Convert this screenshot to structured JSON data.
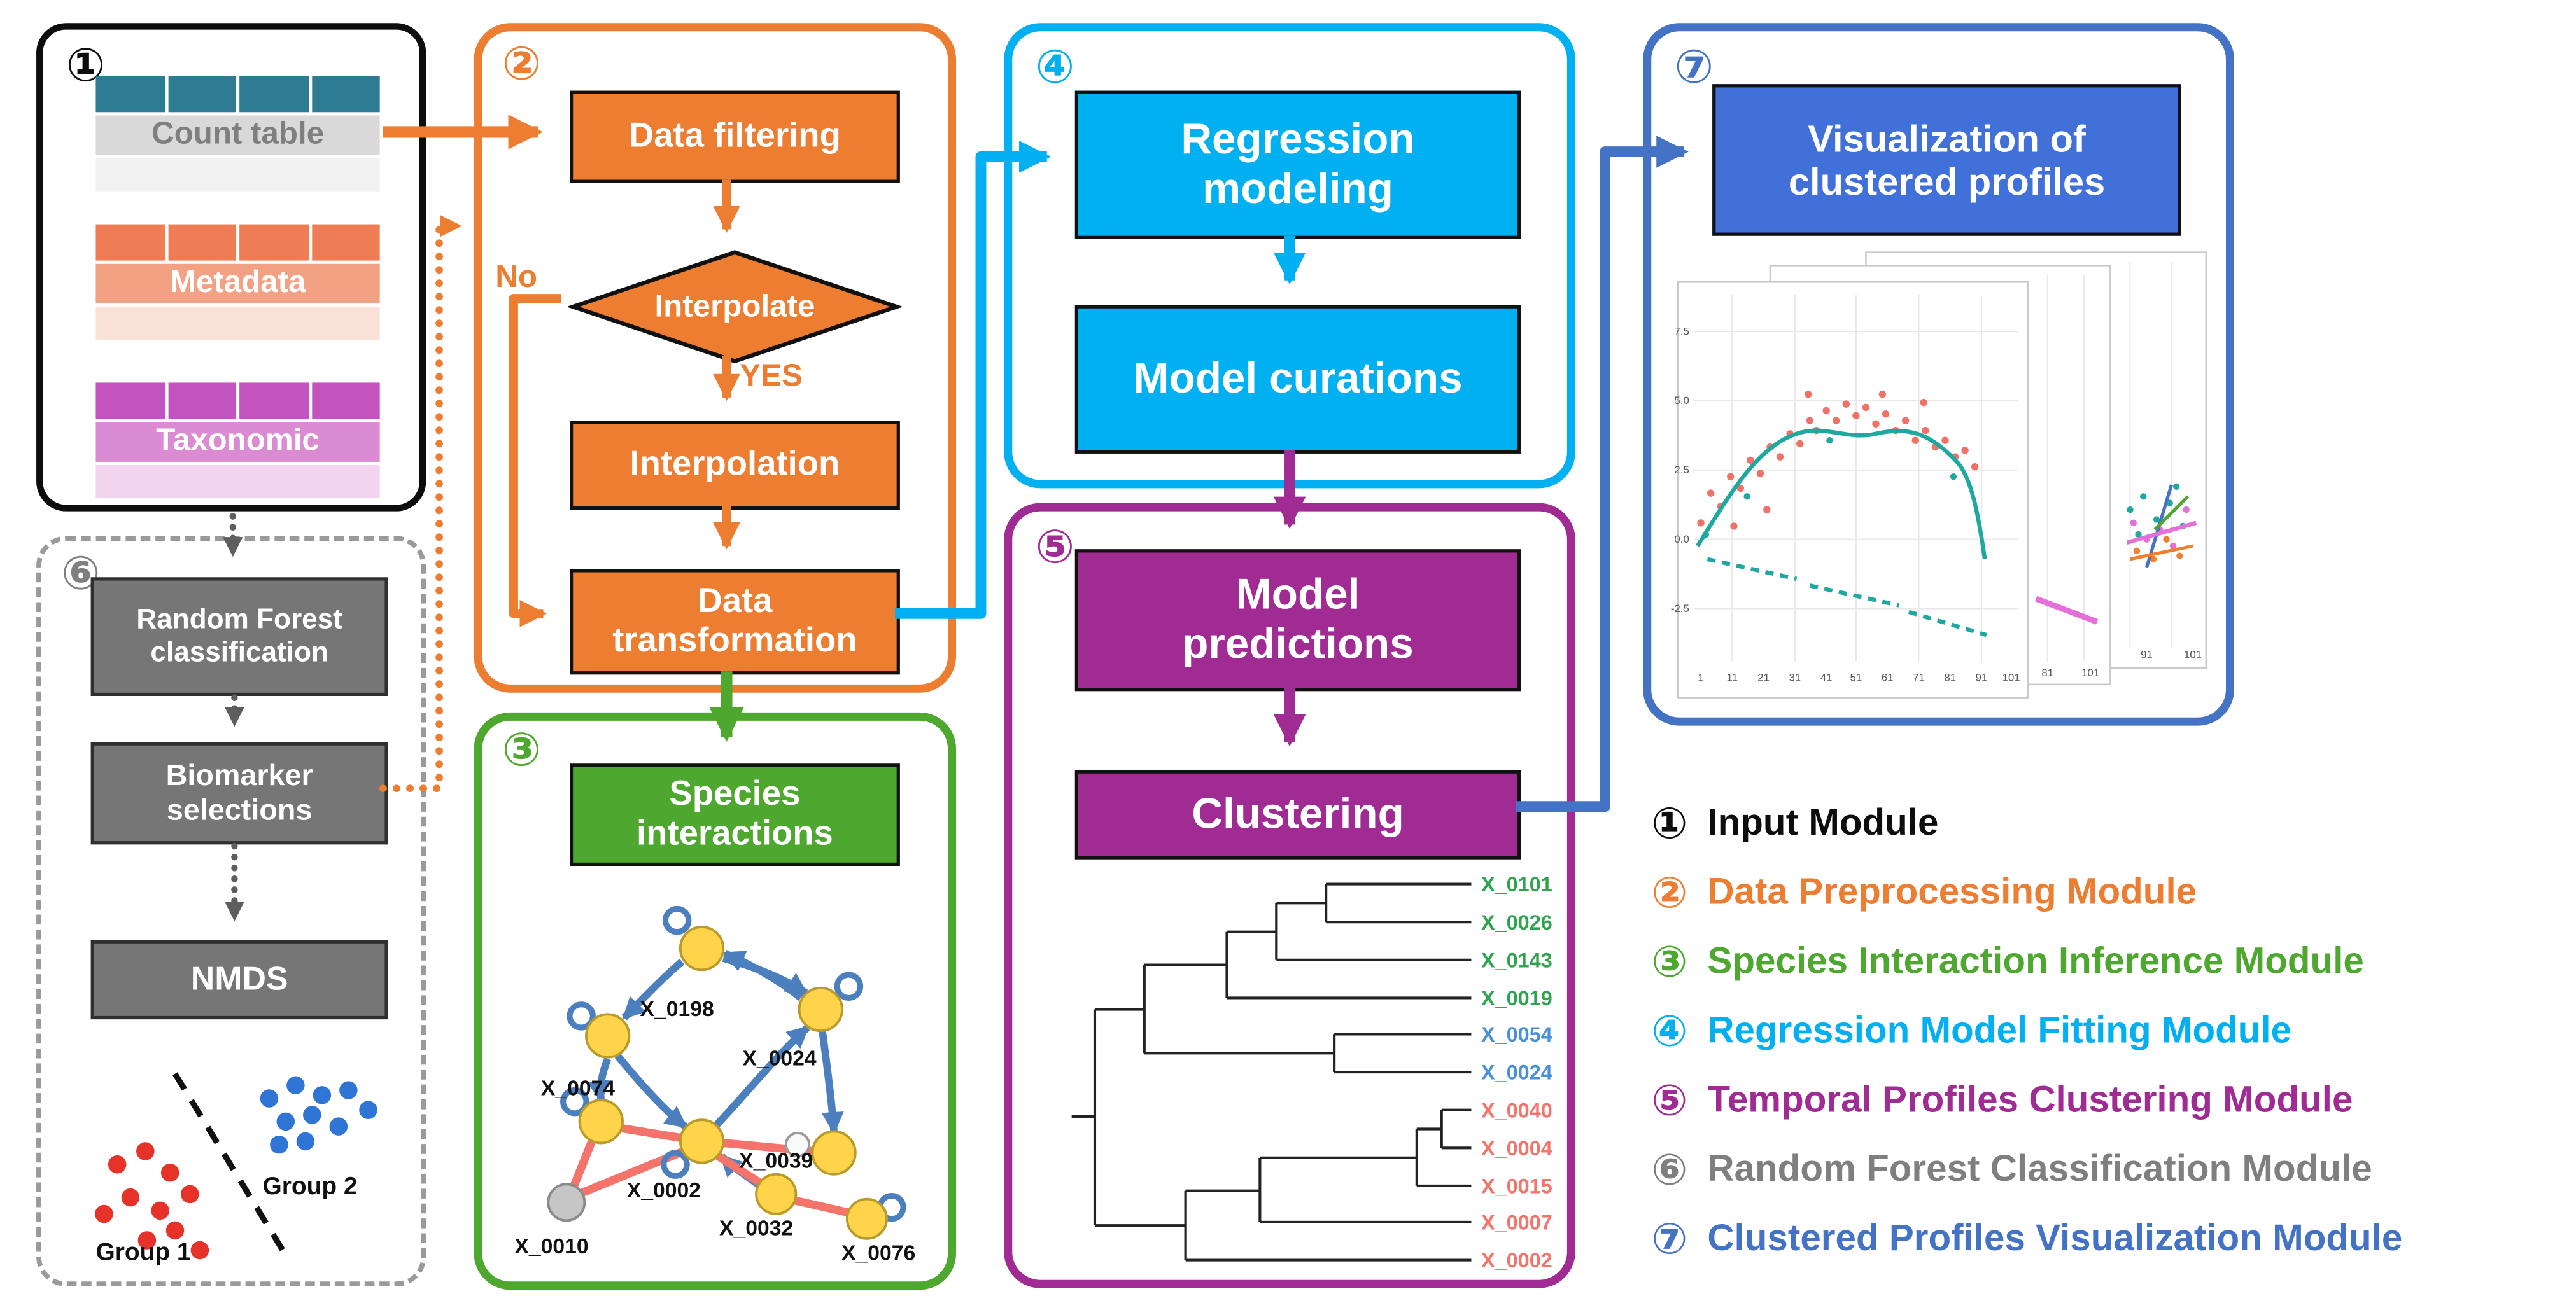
{
  "colors": {
    "orange": "#ED7D31",
    "green": "#4EA72E",
    "cyan": "#00B0F0",
    "purple": "#A02B93",
    "blue": "#4472C4",
    "gray": "#7F7F7F",
    "black": "#0D0D0D",
    "node_yellow": "#FFD34A",
    "edge_blue": "#4C7FBE",
    "edge_red": "#F4736A",
    "leaf_green": "#2EA44E",
    "leaf_blue": "#4A90D9",
    "leaf_red": "#F4736A",
    "group1_red": "#E63229",
    "group2_blue": "#2E75D6"
  },
  "input_module": {
    "number": "①",
    "count_table_label": "Count table",
    "metadata_label": "Metadata",
    "taxonomic_label": "Taxonomic"
  },
  "preprocessing_module": {
    "number": "②",
    "data_filtering": "Data filtering",
    "interpolate": "Interpolate",
    "no_label": "No",
    "yes_label": "YES",
    "interpolation": "Interpolation",
    "data_transformation": "Data transformation"
  },
  "species_module": {
    "number": "③",
    "title": "Species interactions",
    "node_labels": [
      "X_0198",
      "X_0074",
      "X_0024",
      "X_0039",
      "X_0002",
      "X_0032",
      "X_0010",
      "X_0076"
    ]
  },
  "regression_module": {
    "number": "④",
    "regression_modeling": "Regression modeling",
    "model_curations": "Model curations"
  },
  "clustering_module": {
    "number": "⑤",
    "model_predictions": "Model predictions",
    "clustering": "Clustering",
    "dendrogram_leaves": [
      {
        "label": "X_0101",
        "color": "#2EA44E"
      },
      {
        "label": "X_0026",
        "color": "#2EA44E"
      },
      {
        "label": "X_0143",
        "color": "#2EA44E"
      },
      {
        "label": "X_0019",
        "color": "#2EA44E"
      },
      {
        "label": "X_0054",
        "color": "#4A90D9"
      },
      {
        "label": "X_0024",
        "color": "#4A90D9"
      },
      {
        "label": "X_0040",
        "color": "#F4736A"
      },
      {
        "label": "X_0004",
        "color": "#F4736A"
      },
      {
        "label": "X_0015",
        "color": "#F4736A"
      },
      {
        "label": "X_0007",
        "color": "#F4736A"
      },
      {
        "label": "X_0002",
        "color": "#F4736A"
      }
    ]
  },
  "random_forest_module": {
    "number": "⑥",
    "rf_classification": "Random Forest classification",
    "biomarker_selections": "Biomarker selections",
    "nmds": "NMDS",
    "group1": "Group 1",
    "group2": "Group 2"
  },
  "visualization_module": {
    "number": "⑦",
    "title": "Visualization of clustered profiles",
    "front_plot": {
      "yticks": [
        "7.5",
        "5.0",
        "2.5",
        "0.0",
        "-2.5"
      ],
      "xticks": [
        "1",
        "11",
        "21",
        "31",
        "41",
        "51",
        "61",
        "71",
        "81",
        "91",
        "101"
      ]
    },
    "mid_plot": {
      "xticks": [
        "81",
        "101"
      ]
    },
    "back_plot": {
      "xticks": [
        "91",
        "101"
      ]
    }
  },
  "legend": {
    "items": [
      {
        "number": "①",
        "label": "Input Module",
        "color": "#0D0D0D"
      },
      {
        "number": "②",
        "label": "Data Preprocessing Module",
        "color": "#ED7D31"
      },
      {
        "number": "③",
        "label": "Species Interaction Inference Module",
        "color": "#4EA72E"
      },
      {
        "number": "④",
        "label": "Regression Model Fitting Module",
        "color": "#00B0F0"
      },
      {
        "number": "⑤",
        "label": "Temporal Profiles Clustering Module",
        "color": "#A02B93"
      },
      {
        "number": "⑥",
        "label": "Random Forest Classification Module",
        "color": "#7F7F7F"
      },
      {
        "number": "⑦",
        "label": "Clustered Profiles Visualization Module",
        "color": "#4472C4"
      }
    ]
  }
}
